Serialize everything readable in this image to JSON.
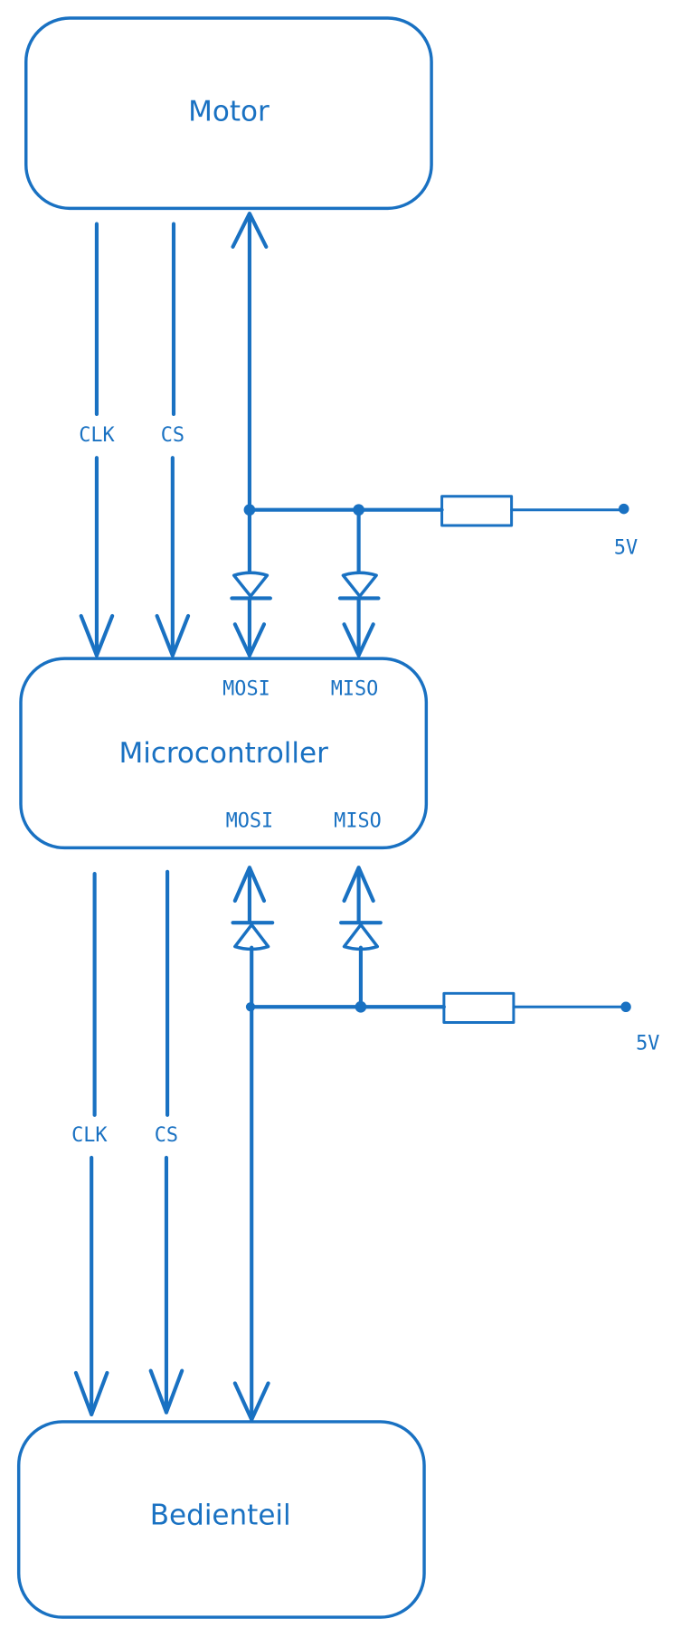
{
  "colors": {
    "stroke": "#1971c2",
    "background": "#ffffff"
  },
  "blocks": {
    "motor": "Motor",
    "microcontroller": "Microcontroller",
    "bedienteil": "Bedienteil"
  },
  "microcontroller_ports": {
    "top": {
      "mosi": "MOSI",
      "miso": "MISO"
    },
    "bottom": {
      "mosi": "MOSI",
      "miso": "MISO"
    }
  },
  "upper_bus": {
    "clk": "CLK",
    "cs": "CS",
    "supply": "5V"
  },
  "lower_bus": {
    "clk": "CLK",
    "cs": "CS",
    "supply": "5V"
  }
}
